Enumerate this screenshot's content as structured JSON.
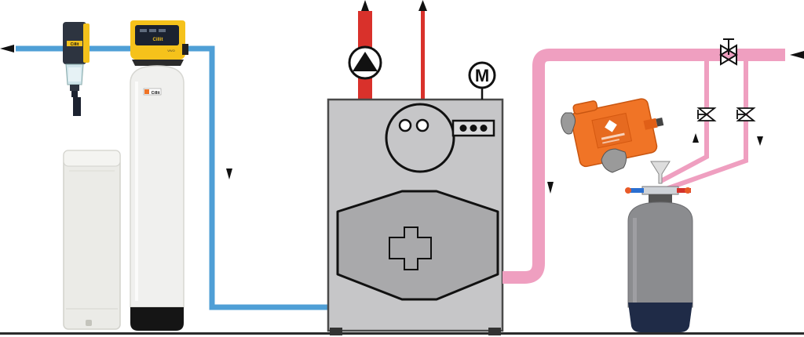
{
  "diagram": {
    "components": {
      "sediment_filter": {
        "brand_label": "Cillit"
      },
      "softener_control_head": {
        "brand_label": "Cillit",
        "sub_label": "VIVO"
      },
      "softener_tank": {
        "brand_label": "Cillit"
      },
      "pump": {
        "icon": "pump-icon"
      },
      "motor": {
        "label": "M"
      },
      "canister": {
        "icon": "canister-icon"
      }
    },
    "colors": {
      "cold_water": "#4f9fd6",
      "hot_supply": "#d9312b",
      "heating_return": "#ef9fc0",
      "boiler_body": "#c6c6c8",
      "boiler_window": "#a9a9ab",
      "canister": "#f07426",
      "control_head": "#f5c21b",
      "vessel": "#8b8c8f",
      "vessel_base": "#1f2b47"
    }
  }
}
